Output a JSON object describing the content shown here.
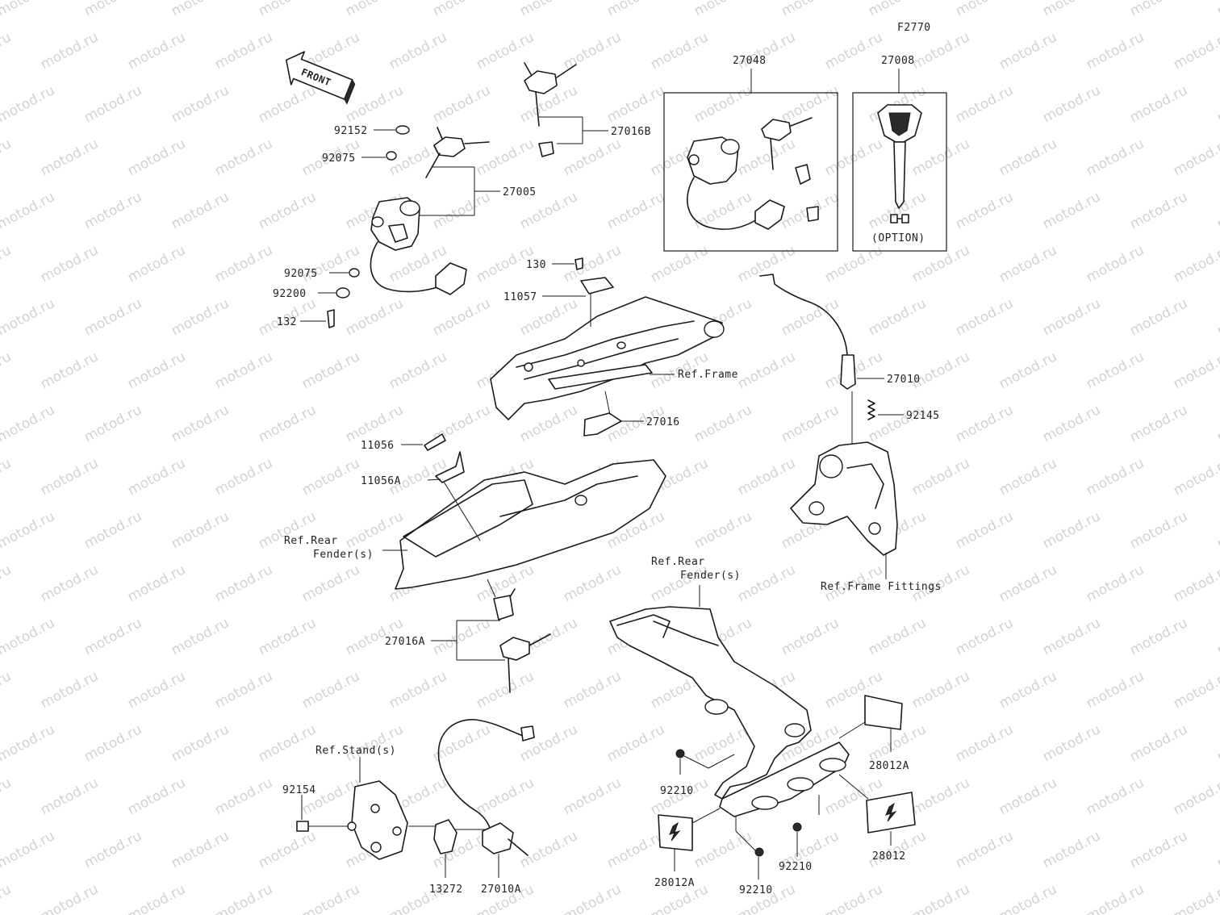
{
  "figure_code": "F2770",
  "front_arrow_text": "FRONT",
  "option_text": "(OPTION)",
  "watermark_text": "motod.ru",
  "colors": {
    "line": "#1a1a1a",
    "label": "#222222",
    "watermark": "#d2d2d2",
    "background": "#ffffff"
  },
  "labels": {
    "p92152": "92152",
    "p92075a": "92075",
    "p27005": "27005",
    "p92075b": "92075",
    "p92200": "92200",
    "p132": "132",
    "p27016B": "27016B",
    "p27048": "27048",
    "p27008": "27008",
    "p130": "130",
    "p11057": "11057",
    "refFrame": "Ref.Frame",
    "p27010": "27010",
    "p92145": "92145",
    "p27016": "27016",
    "p11056": "11056",
    "p11056A": "11056A",
    "refRearFenderLeft1": "Ref.Rear",
    "refRearFenderLeft2": "Fender(s)",
    "refRearFenderRight1": "Ref.Rear",
    "refRearFenderRight2": "Fender(s)",
    "refFrameFittings": "Ref.Frame Fittings",
    "p27016A": "27016A",
    "refStands": "Ref.Stand(s)",
    "p92154": "92154",
    "p13272": "13272",
    "p27010A": "27010A",
    "p92210a": "92210",
    "p28012A_right": "28012A",
    "p28012A_left": "28012A",
    "p92210b": "92210",
    "p92210c": "92210",
    "p28012": "28012"
  }
}
